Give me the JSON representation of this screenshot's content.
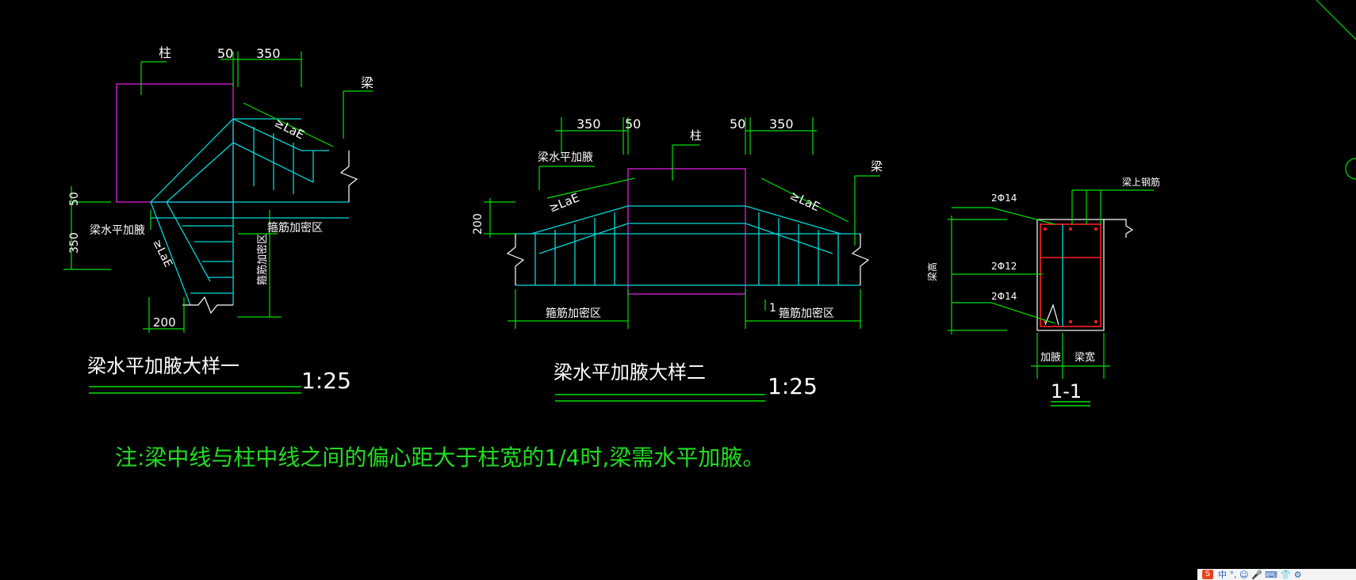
{
  "detail1": {
    "title": "梁水平加腋大样一",
    "scale": "1:25",
    "label_column": "柱",
    "label_beam": "梁",
    "dim_50": "50",
    "dim_350": "350",
    "dim_v50": "50",
    "dim_v350": "350",
    "dim_200": "200",
    "label_haunch": "梁水平加腋",
    "label_laE_top": "≥LaE",
    "label_laE_side": "≥LaE",
    "label_stirrup_zone": "箍筋加密区",
    "label_stirrup_zone_vertical": "箍筋加密区"
  },
  "detail2": {
    "title": "梁水平加腋大样二",
    "scale": "1:25",
    "label_column": "柱",
    "label_beam": "梁",
    "dim_350_left": "350",
    "dim_50_left": "50",
    "dim_50_right": "50",
    "dim_350_right": "350",
    "dim_200": "200",
    "label_haunch": "梁水平加腋",
    "label_laE_left": "≥LaE",
    "label_laE_right": "≥LaE",
    "label_stirrup_left": "箍筋加密区",
    "label_stirrup_right": "箍筋加密区",
    "section_mark": "1"
  },
  "section": {
    "title": "1-1",
    "label_top_bar": "梁上钢筋",
    "label_bar_top": "2Φ14",
    "label_bar_mid": "2Φ12",
    "label_bar_bot": "2Φ14",
    "label_beam_height": "梁高",
    "label_haunch": "加腋",
    "label_beam_width": "梁宽"
  },
  "note": {
    "text": "注:梁中线与柱中线之间的偏心距大于柱宽的1/4时,梁需水平加腋。"
  },
  "ime": {
    "logo": "S",
    "status": "中 °, ☺ 🎤 ⌨ 👕 ⚙"
  },
  "colors": {
    "background": "#000000",
    "dimension": "#00e000",
    "rebar": "#00d8d8",
    "column": "#e020e0",
    "text": "#ffffff",
    "note": "#22dd22",
    "section_rebar": "#ff2020"
  }
}
